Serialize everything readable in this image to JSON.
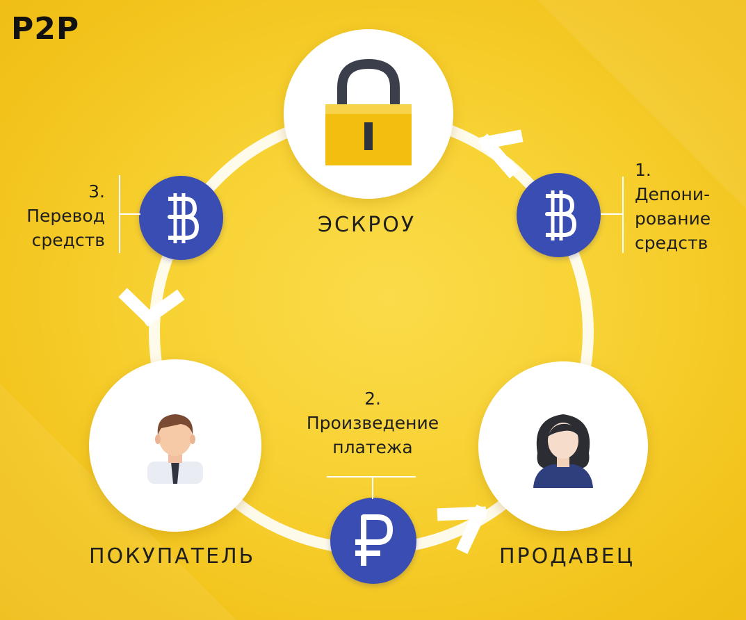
{
  "brand": "P2P",
  "nodes": {
    "escrow": {
      "label": "ЭСКРОУ",
      "icon": "padlock-icon"
    },
    "buyer": {
      "label": "ПОКУПАТЕЛЬ",
      "icon": "man-avatar-icon"
    },
    "seller": {
      "label": "ПРОДАВЕЦ",
      "icon": "woman-avatar-icon"
    }
  },
  "steps": {
    "deposit": {
      "number": "1.",
      "lines": [
        "Депони-",
        "рование",
        "средств"
      ],
      "icon": "bitcoin-icon"
    },
    "payment": {
      "number": "2.",
      "lines": [
        "Произведение",
        "платежа"
      ],
      "icon": "ruble-icon"
    },
    "transfer": {
      "number": "3.",
      "lines": [
        "Перевод",
        "средств"
      ],
      "icon": "bitcoin-icon"
    }
  },
  "colors": {
    "background": "#f5c823",
    "coin": "#3a4db2",
    "ring": "#ffffff",
    "text": "#1f1f1f"
  }
}
